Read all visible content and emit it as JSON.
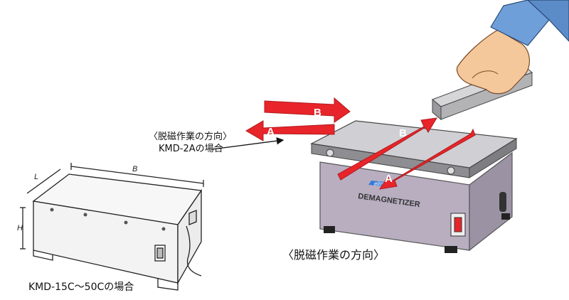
{
  "labels": {
    "direction_top_line1": "〈脱磁作業の方向〉",
    "direction_top_line2": "KMD-2Aの場合",
    "direction_bottom": "〈脱磁作業の方向〉",
    "model_range": "KMD-15C～50Cの場合"
  },
  "dimensions": {
    "length": "L",
    "width": "B",
    "height": "H"
  },
  "arrows": {
    "a": "A",
    "b": "B"
  },
  "device": {
    "brand_text": "elmag",
    "panel_text": "DEMAGNETIZER"
  },
  "colors": {
    "arrow_red": "#e8252a",
    "device_body": "#b8aec0",
    "device_top": "#cfcfd4",
    "workpiece": "#b3b3b6",
    "skin": "#f4c89a",
    "sleeve": "#6f9fd8"
  }
}
